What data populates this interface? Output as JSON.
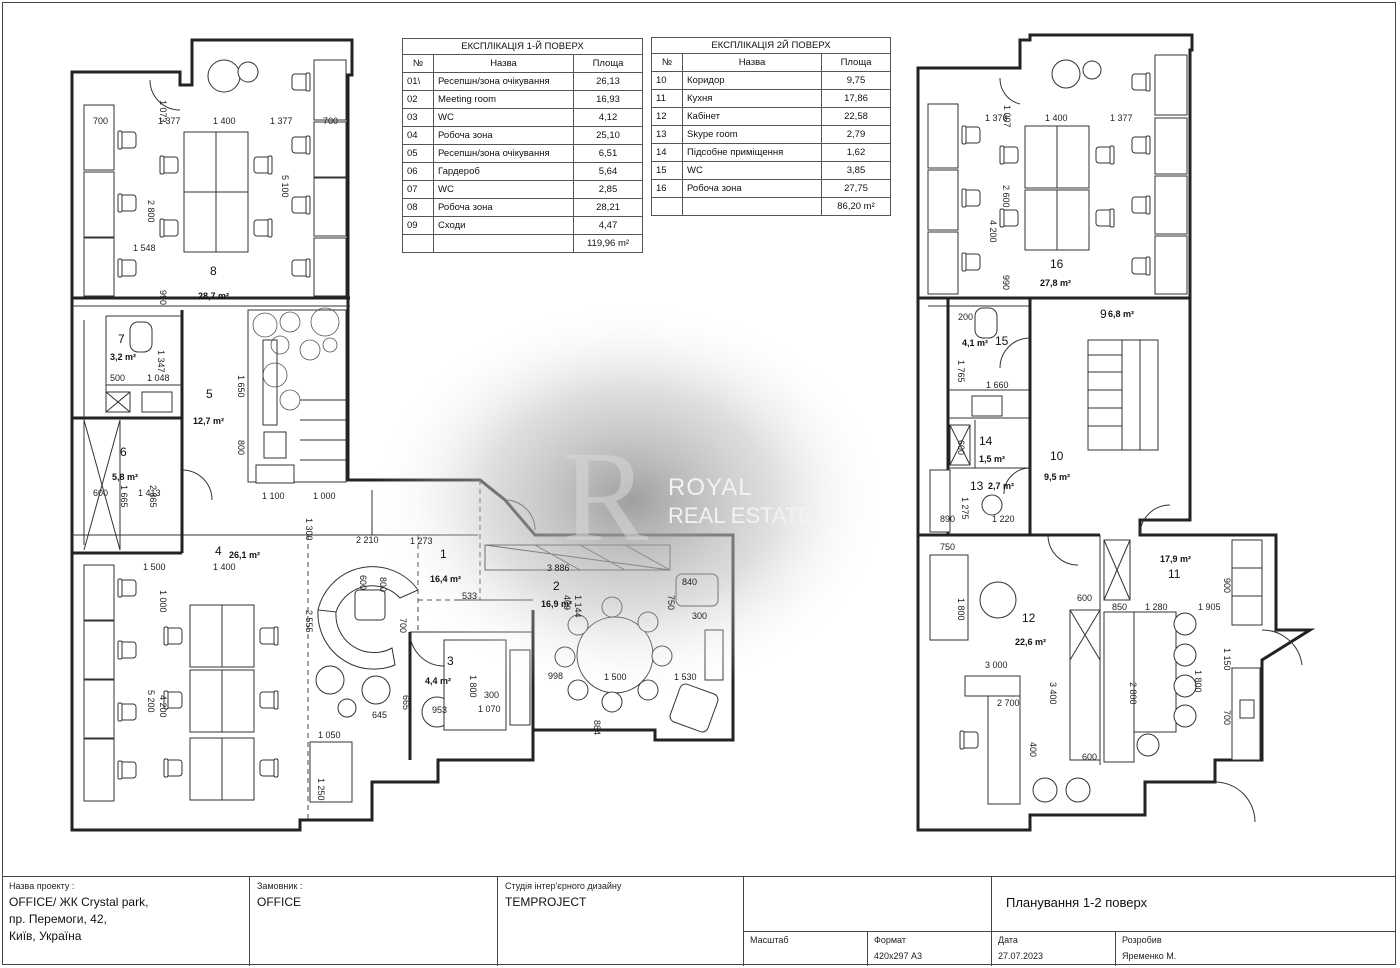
{
  "table1": {
    "title": "ЕКСПЛІКАЦІЯ 1-Й ПОВЕРХ",
    "headers": [
      "№",
      "Назва",
      "Площа"
    ],
    "rows": [
      [
        "01\\",
        "Ресепшн/зона очікування",
        "26,13"
      ],
      [
        "02",
        "Meeting room",
        "16,93"
      ],
      [
        "03",
        "WC",
        "4,12"
      ],
      [
        "04",
        "Робоча зона",
        "25,10"
      ],
      [
        "05",
        "Ресепшн/зона очікування",
        "6,51"
      ],
      [
        "06",
        "Гардероб",
        "5,64"
      ],
      [
        "07",
        "WC",
        "2,85"
      ],
      [
        "08",
        "Робоча зона",
        "28,21"
      ],
      [
        "09",
        "Сходи",
        "4,47"
      ]
    ],
    "total": "119,96 m²"
  },
  "table2": {
    "title": "ЕКСПЛІКАЦІЯ 2Й ПОВЕРХ",
    "headers": [
      "№",
      "Назва",
      "Площа"
    ],
    "rows": [
      [
        "10",
        "Коридор",
        "9,75"
      ],
      [
        "11",
        "Кухня",
        "17,86"
      ],
      [
        "12",
        "Кабінет",
        "22,58"
      ],
      [
        "13",
        "Skype room",
        "2,79"
      ],
      [
        "14",
        "Підсобне приміщення",
        "1,62"
      ],
      [
        "15",
        "WC",
        "3,85"
      ],
      [
        "16",
        "Робоча зона",
        "27,75"
      ]
    ],
    "total": "86,20 m²"
  },
  "rooms": [
    {
      "num": "8",
      "area": "28,7 m²"
    },
    {
      "num": "7",
      "area": "3,2 m²"
    },
    {
      "num": "5",
      "area": "12,7 m²"
    },
    {
      "num": "6",
      "area": "5,8 m²"
    },
    {
      "num": "4",
      "area": "26,1 m²"
    },
    {
      "num": "1",
      "area": "16,4 m²"
    },
    {
      "num": "2",
      "area": "16,9 m²"
    },
    {
      "num": "3",
      "area": "4,4 m²"
    },
    {
      "num": "16",
      "area": "27,8 m²"
    },
    {
      "num": "15",
      "area": "4,1 m²"
    },
    {
      "num": "9",
      "area": "6,8 m²"
    },
    {
      "num": "14",
      "area": "1,5 m²"
    },
    {
      "num": "10",
      "area": "9,5 m²"
    },
    {
      "num": "13",
      "area": "2,7 m²"
    },
    {
      "num": "12",
      "area": "22,6 m²"
    },
    {
      "num": "11",
      "area": "17,9 m²"
    }
  ],
  "dims": [
    "700",
    "1 377",
    "1 400",
    "1 377",
    "700",
    "1 073",
    "2 800",
    "5 100",
    "1 548",
    "990",
    "1 347",
    "500",
    "1 048",
    "1 650",
    "800",
    "1 100",
    "1 000",
    "1 665",
    "2 865",
    "1 413",
    "600",
    "1 300",
    "1 500",
    "1 400",
    "1 000",
    "5 200",
    "4 200",
    "2 210",
    "1 273",
    "600",
    "800",
    "700",
    "533",
    "3 886",
    "409",
    "1 144",
    "840",
    "750",
    "300",
    "2 555",
    "665",
    "645",
    "1 050",
    "1 250",
    "1 800",
    "300",
    "1 070",
    "953",
    "998",
    "1 500",
    "1 530",
    "884",
    "1 376",
    "1 400",
    "1 377",
    "1 007",
    "2 600",
    "4 200",
    "990",
    "200",
    "1 765",
    "1 660",
    "600",
    "1 275",
    "890",
    "1 220",
    "750",
    "1 800",
    "600",
    "850",
    "1 280",
    "1 905",
    "900",
    "1 150",
    "3 000",
    "3 400",
    "2 800",
    "1 800",
    "700",
    "2 700",
    "400",
    "600"
  ],
  "watermark": {
    "title": "ROYAL",
    "subtitle": "REAL ESTATE"
  },
  "stamp": {
    "project_label": "Назва проекту :",
    "project_lines": [
      "OFFICE/ ЖК Crystal park,",
      "пр. Перемоги, 42,",
      "Київ, Україна"
    ],
    "client_label": "Замовник :",
    "client": "OFFICE",
    "studio_label": "Студія інтер'єрного дизайну",
    "studio": "TEMPROJECT",
    "sheet_title": "Планування 1-2 поверх",
    "scale_label": "Масштаб",
    "format_label": "Формат",
    "format": "420х297 А3",
    "date_label": "Дата",
    "date": "27.07.2023",
    "author_label": "Розробив",
    "author": "Яременко М."
  }
}
